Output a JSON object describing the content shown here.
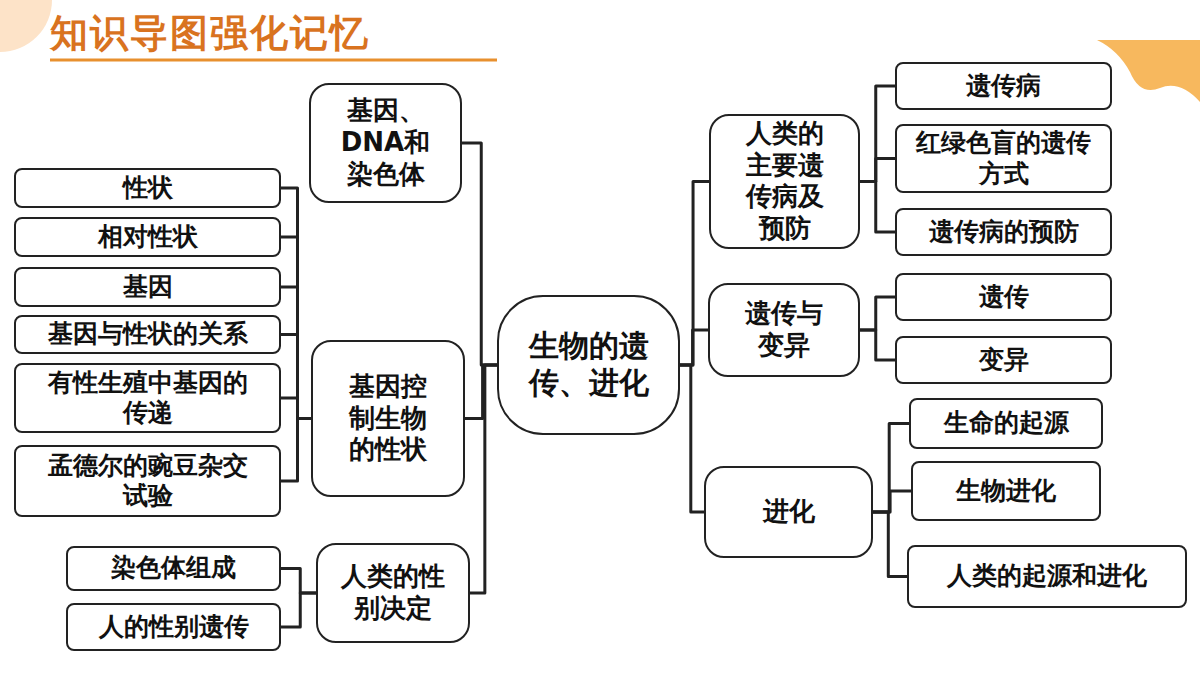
{
  "diagram": {
    "title": "知识导图强化记忆",
    "nodes": [
      {
        "text": [
          "生物的遗传、进化"
        ]
      },
      {
        "text": [
          "基因、DNA和染色体"
        ]
      },
      {
        "text": [
          "基因控制生物的性状"
        ]
      },
      {
        "text": [
          "性状"
        ]
      },
      {
        "text": [
          "相对性状"
        ]
      },
      {
        "text": [
          "基因"
        ]
      },
      {
        "text": [
          "基因与性状的关系"
        ]
      },
      {
        "text": [
          "有性生殖中基因的传递"
        ]
      },
      {
        "text": [
          "孟德尔的豌豆杂交试验"
        ]
      },
      {
        "text": [
          "人类的性别决定"
        ]
      },
      {
        "text": [
          "染色体组成"
        ]
      },
      {
        "text": [
          "人的性别遗传"
        ]
      },
      {
        "text": [
          "人类的主要遗传病及预防"
        ]
      },
      {
        "text": [
          "遗传病"
        ]
      },
      {
        "text": [
          "红绿色盲的遗传方式"
        ]
      },
      {
        "text": [
          "遗传病的预防"
        ]
      },
      {
        "text": [
          "遗传与变异"
        ]
      },
      {
        "text": [
          "遗传"
        ]
      },
      {
        "text": [
          "变异"
        ]
      },
      {
        "text": [
          "进化"
        ]
      },
      {
        "text": [
          "生命的起源"
        ]
      },
      {
        "text": [
          "生物进化"
        ]
      },
      {
        "text": [
          "人类的起源和进化"
        ]
      }
    ],
    "edges": [
      {
        "from": 0,
        "to": 1,
        "arrow": "none"
      },
      {
        "from": 0,
        "to": 2,
        "arrow": "none"
      },
      {
        "from": 0,
        "to": 9,
        "arrow": "none"
      },
      {
        "from": 2,
        "to": 3,
        "arrow": "none"
      },
      {
        "from": 2,
        "to": 4,
        "arrow": "none"
      },
      {
        "from": 2,
        "to": 5,
        "arrow": "none"
      },
      {
        "from": 2,
        "to": 6,
        "arrow": "none"
      },
      {
        "from": 2,
        "to": 7,
        "arrow": "none"
      },
      {
        "from": 2,
        "to": 8,
        "arrow": "none"
      },
      {
        "from": 9,
        "to": 10,
        "arrow": "none"
      },
      {
        "from": 9,
        "to": 11,
        "arrow": "none"
      },
      {
        "from": 0,
        "to": 12,
        "arrow": "none"
      },
      {
        "from": 0,
        "to": 16,
        "arrow": "none"
      },
      {
        "from": 0,
        "to": 19,
        "arrow": "none"
      },
      {
        "from": 12,
        "to": 13,
        "arrow": "none"
      },
      {
        "from": 12,
        "to": 14,
        "arrow": "none"
      },
      {
        "from": 12,
        "to": 15,
        "arrow": "none"
      },
      {
        "from": 16,
        "to": 17,
        "arrow": "none"
      },
      {
        "from": 16,
        "to": 18,
        "arrow": "none"
      },
      {
        "from": 19,
        "to": 20,
        "arrow": "none"
      },
      {
        "from": 19,
        "to": 21,
        "arrow": "none"
      },
      {
        "from": 19,
        "to": 22,
        "arrow": "none"
      }
    ]
  }
}
